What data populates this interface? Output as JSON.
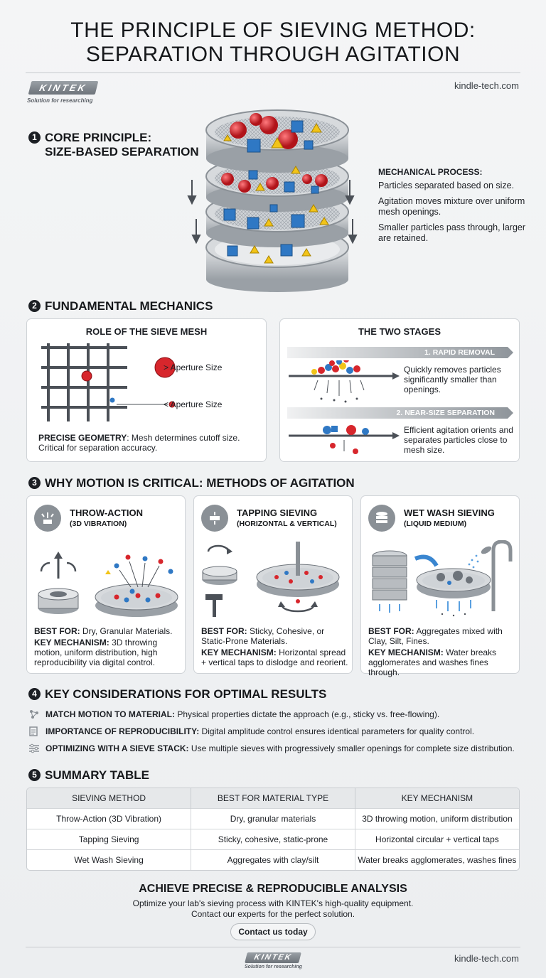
{
  "title": {
    "line1": "THE PRINCIPLE OF SIEVING METHOD:",
    "line2": "SEPARATION THROUGH AGITATION"
  },
  "brand": {
    "logo": "KINTEK",
    "tagline": "Solution for researching",
    "url": "kindle-tech.com"
  },
  "section1": {
    "number": "1",
    "title_line1": "CORE PRINCIPLE:",
    "title_line2": "SIZE-BASED SEPARATION",
    "mechanical": {
      "heading": "MECHANICAL PROCESS:",
      "points": [
        "Particles separated based on size.",
        "Agitation moves mixture over uniform mesh openings.",
        "Smaller particles pass through, larger are retained."
      ]
    }
  },
  "section2": {
    "number": "2",
    "title": "FUNDAMENTAL MECHANICS",
    "mesh_card": {
      "title": "ROLE OF THE SIEVE MESH",
      "label_large": "> Aperture Size",
      "label_small": "< Aperture Size",
      "note_bold": "PRECISE GEOMETRY",
      "note_rest": ": Mesh determines cutoff size. Critical for separation accuracy."
    },
    "stages_card": {
      "title": "THE TWO STAGES",
      "stage1_label": "1. RAPID REMOVAL",
      "stage1_text": "Quickly removes particles significantly smaller than openings.",
      "stage2_label": "2. NEAR-SIZE SEPARATION",
      "stage2_text": "Efficient agitation orients and separates particles close to mesh size."
    }
  },
  "section3": {
    "number": "3",
    "title": "WHY MOTION IS CRITICAL: METHODS OF AGITATION",
    "methods": [
      {
        "title": "THROW-ACTION",
        "subtitle": "(3D VIBRATION)",
        "best_label": "BEST FOR:",
        "best_text": " Dry, Granular Materials.",
        "mech_label": "KEY MECHANISM:",
        "mech_text": " 3D throwing motion, uniform distribution, high reproducibility via digital control."
      },
      {
        "title": "TAPPING SIEVING",
        "subtitle": "(HORIZONTAL & VERTICAL)",
        "best_label": "BEST FOR:",
        "best_text": " Sticky, Cohesive, or Static-Prone Materials.",
        "mech_label": "KEY MECHANISM:",
        "mech_text": " Horizontal spread + vertical taps to dislodge and reorient."
      },
      {
        "title": "WET WASH SIEVING",
        "subtitle": "(LIQUID MEDIUM)",
        "best_label": "BEST FOR:",
        "best_text": " Aggregates mixed with Clay, Silt, Fines.",
        "mech_label": "KEY MECHANISM:",
        "mech_text": " Water breaks agglomerates and washes fines through."
      }
    ]
  },
  "section4": {
    "number": "4",
    "title": "KEY CONSIDERATIONS FOR OPTIMAL RESULTS",
    "items": [
      {
        "label": "MATCH MOTION TO MATERIAL:",
        "text": " Physical properties dictate the approach (e.g., sticky vs. free-flowing)."
      },
      {
        "label": "IMPORTANCE OF REPRODUCIBILITY:",
        "text": " Digital amplitude control ensures identical parameters for quality control."
      },
      {
        "label": "OPTIMIZING WITH A SIEVE STACK:",
        "text": " Use multiple sieves with progressively smaller openings for complete size distribution."
      }
    ]
  },
  "section5": {
    "number": "5",
    "title": "SUMMARY TABLE",
    "headers": [
      "SIEVING METHOD",
      "BEST FOR MATERIAL TYPE",
      "KEY MECHANISM"
    ],
    "rows": [
      [
        "Throw-Action (3D Vibration)",
        "Dry, granular materials",
        "3D throwing motion, uniform distribution"
      ],
      [
        "Tapping Sieving",
        "Sticky, cohesive, static-prone",
        "Horizontal circular + vertical taps"
      ],
      [
        "Wet Wash Sieving",
        "Aggregates with clay/silt",
        "Water breaks agglomerates, washes fines"
      ]
    ]
  },
  "cta": {
    "title": "ACHIEVE PRECISE & REPRODUCIBLE ANALYSIS",
    "line1": "Optimize your lab's sieving process with KINTEK's high-quality equipment.",
    "line2": "Contact our experts for the perfect solution.",
    "button": "Contact us today"
  },
  "colors": {
    "red": "#d7262c",
    "blue": "#2f78c4",
    "yellow": "#f2c418",
    "steel": "#9aa0a6",
    "dark": "#16181b"
  }
}
